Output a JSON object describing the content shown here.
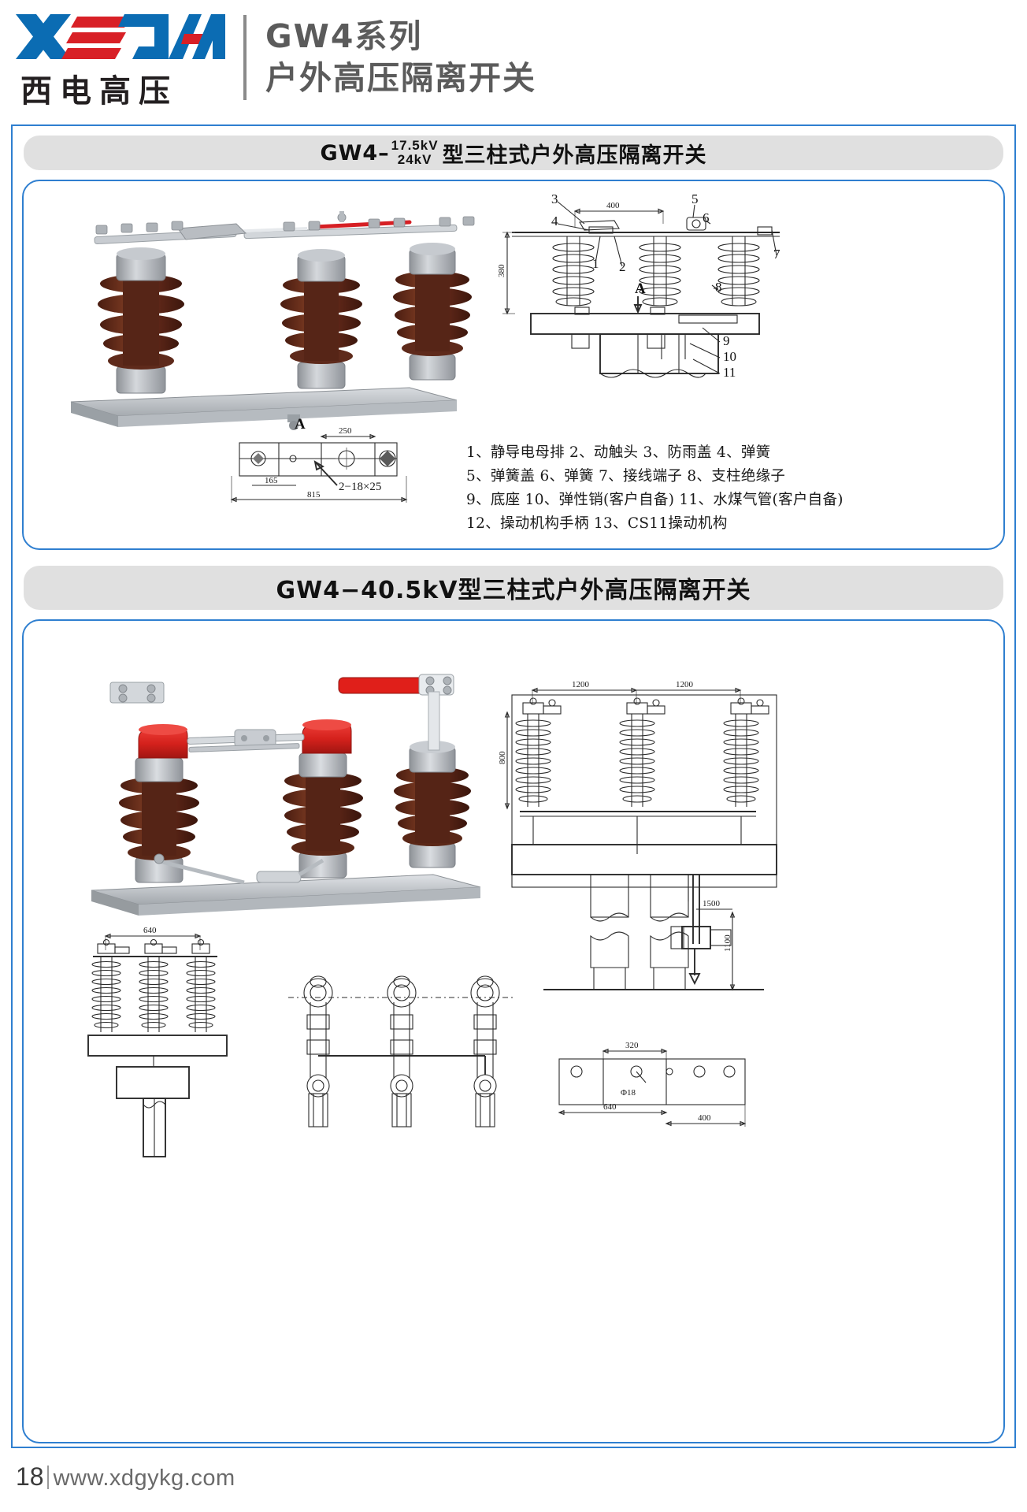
{
  "header": {
    "logo_text_en": "XEDAN",
    "logo_text_cn": "西电高压",
    "title_line1": "GW4系列",
    "title_line2": "户外高压隔离开关"
  },
  "section1": {
    "banner_prefix": "GW4–",
    "banner_kv_top": "17.5kV",
    "banner_kv_bottom": "24kV",
    "banner_suffix": "型三柱式户外高压隔离开关",
    "section_view_label": "A",
    "dimensions": {
      "top_400": "400",
      "plan_250": "250",
      "plan_165": "165",
      "plan_815": "815",
      "hole_spec": "2−18×25",
      "height_left": "380"
    },
    "callouts": [
      "3",
      "4",
      "5",
      "6",
      "7",
      "1",
      "2",
      "8",
      "9",
      "10",
      "11"
    ],
    "legend": [
      "1、静导电母排  2、动触头  3、防雨盖  4、弹簧",
      "5、弹簧盖 6、弹簧  7、接线端子      8、支柱绝缘子",
      "9、底座 10、弹性销(客户自备) 11、水煤气管(客户自备)",
      "12、操动机构手柄      13、CS11操动机构"
    ]
  },
  "section2": {
    "banner_text": "GW4−40.5kV型三柱式户外高压隔离开关",
    "dimensions": {
      "span_left_1200": "1200",
      "span_right_1200": "1200",
      "height_800": "800",
      "drop_1500": "1500",
      "post_1100": "1100",
      "plan_640": "640",
      "base_320": "320",
      "base_640": "640",
      "base_400": "400",
      "hole_dia": "Φ18"
    }
  },
  "footer": {
    "page_number": "18",
    "url": "www.xdgykg.com"
  },
  "colors": {
    "brand_blue": "#0b6cb3",
    "brand_red": "#d82026",
    "frame_blue": "#2f7fd0",
    "banner_gray": "#e0e0e0",
    "title_gray": "#5b5b5b",
    "insulator_brown": "#5e2a1b",
    "fitting_gray": "#b9bcc0",
    "cap_red": "#e3241f"
  }
}
